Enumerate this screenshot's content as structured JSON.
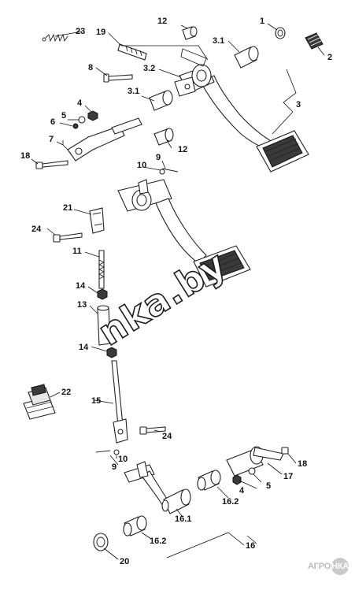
{
  "diagram": {
    "callouts": {
      "c1": "1",
      "c2": "2",
      "c3": "3",
      "c3_1a": "3.1",
      "c3_1b": "3.1",
      "c3_2": "3.2",
      "c4a": "4",
      "c4b": "4",
      "c5a": "5",
      "c5b": "5",
      "c6": "6",
      "c7": "7",
      "c8": "8",
      "c9a": "9",
      "c9b": "9",
      "c10a": "10",
      "c10b": "10",
      "c11": "11",
      "c12a": "12",
      "c12b": "12",
      "c13": "13",
      "c14a": "14",
      "c14b": "14",
      "c15": "15",
      "c16": "16",
      "c16_1": "16.1",
      "c16_2a": "16.2",
      "c16_2b": "16.2",
      "c17": "17",
      "c18a": "18",
      "c18b": "18",
      "c19": "19",
      "c20": "20",
      "c21": "21",
      "c22": "22",
      "c23": "23",
      "c24a": "24",
      "c24b": "24"
    },
    "watermark": "nka.by",
    "logo": {
      "prefix": "АГРО",
      "badge": "НКА"
    }
  }
}
